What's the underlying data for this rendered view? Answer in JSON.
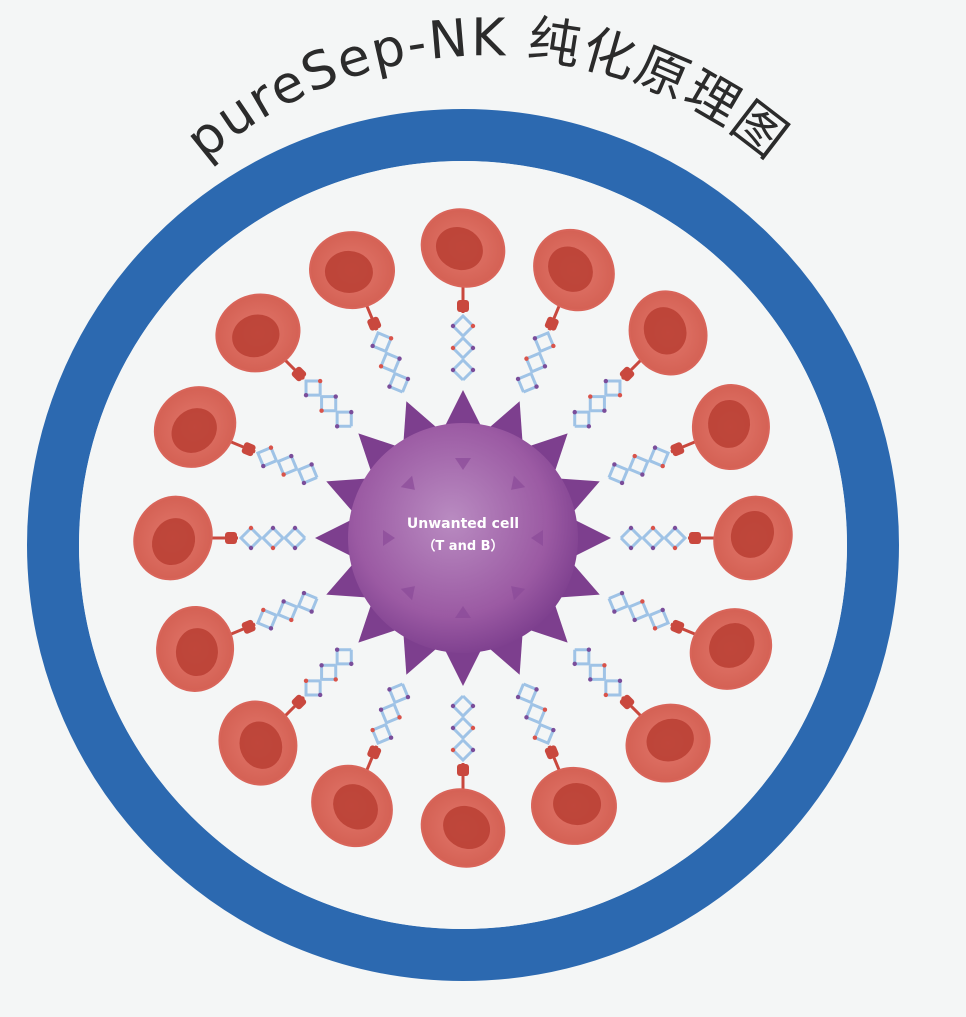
{
  "title": "pureSep-NK 纯化原理图",
  "center_cell": {
    "label_line1": "Unwanted cell",
    "label_line2": "（T and B）"
  },
  "colors": {
    "background": "#f4f6f6",
    "outer_ring": "#2c69b0",
    "inner_disc": "#f4f6f6",
    "red_cell_rim": "#d9655a",
    "red_cell_core": "#b93e33",
    "center_cell": "#9b5aa3",
    "spike": "#7d3f8e",
    "antibody_blue": "#9fc3e6",
    "antibody_red": "#d9534a",
    "antibody_purple": "#7a4d9a"
  },
  "red_cell_count": 16
}
